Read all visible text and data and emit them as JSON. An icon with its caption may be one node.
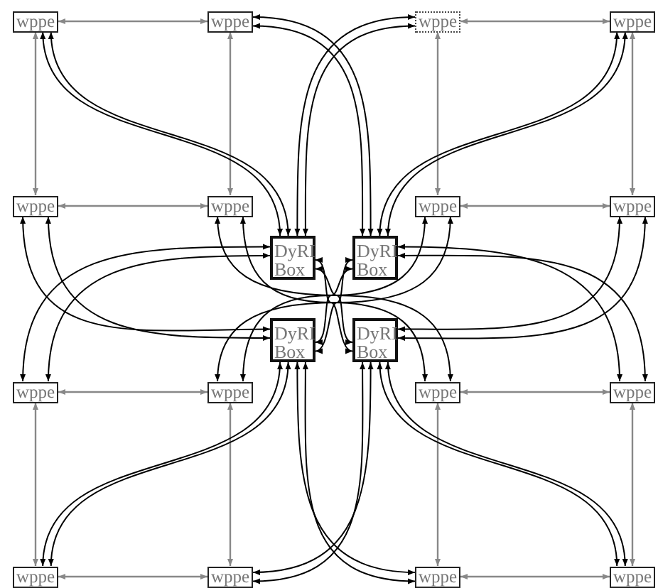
{
  "diagram": {
    "nodes": [
      {
        "text": [
          "wppe"
        ]
      },
      {
        "text": [
          "wppe"
        ]
      },
      {
        "text": [
          "wppe"
        ]
      },
      {
        "text": [
          "wppe"
        ]
      },
      {
        "text": [
          "wppe"
        ]
      },
      {
        "text": [
          "wppe"
        ]
      },
      {
        "text": [
          "wppe"
        ]
      },
      {
        "text": [
          "wppe"
        ]
      },
      {
        "text": [
          "DyRI Box"
        ]
      },
      {
        "text": [
          "DyRI Box"
        ]
      },
      {
        "text": [
          "DyRI Box"
        ]
      },
      {
        "text": [
          "DyRI Box"
        ]
      },
      {
        "text": [
          "wppe"
        ]
      },
      {
        "text": [
          "wppe"
        ]
      },
      {
        "text": [
          "wppe"
        ]
      },
      {
        "text": [
          "wppe"
        ]
      },
      {
        "text": [
          "wppe"
        ]
      },
      {
        "text": [
          "wppe"
        ]
      },
      {
        "text": [
          "wppe"
        ]
      },
      {
        "text": [
          "wppe"
        ]
      }
    ],
    "edges": [
      {
        "from": 0,
        "to": 1,
        "arrow": "both",
        "color": "#888888"
      },
      {
        "from": 2,
        "to": 3,
        "arrow": "both",
        "color": "#888888"
      },
      {
        "from": 4,
        "to": 5,
        "arrow": "both",
        "color": "#888888"
      },
      {
        "from": 6,
        "to": 7,
        "arrow": "both",
        "color": "#888888"
      },
      {
        "from": 12,
        "to": 13,
        "arrow": "both",
        "color": "#888888"
      },
      {
        "from": 14,
        "to": 15,
        "arrow": "both",
        "color": "#888888"
      },
      {
        "from": 16,
        "to": 17,
        "arrow": "both",
        "color": "#888888"
      },
      {
        "from": 18,
        "to": 19,
        "arrow": "both",
        "color": "#888888"
      },
      {
        "from": 0,
        "to": 4,
        "arrow": "both",
        "color": "#888888"
      },
      {
        "from": 1,
        "to": 5,
        "arrow": "both",
        "color": "#888888"
      },
      {
        "from": 2,
        "to": 6,
        "arrow": "both",
        "color": "#888888"
      },
      {
        "from": 3,
        "to": 7,
        "arrow": "both",
        "color": "#888888"
      },
      {
        "from": 12,
        "to": 16,
        "arrow": "both",
        "color": "#888888"
      },
      {
        "from": 13,
        "to": 17,
        "arrow": "both",
        "color": "#888888"
      },
      {
        "from": 14,
        "to": 18,
        "arrow": "both",
        "color": "#888888"
      },
      {
        "from": 15,
        "to": 19,
        "arrow": "both",
        "color": "#888888"
      },
      {
        "from": 8,
        "to": 0,
        "arrow": "both"
      },
      {
        "from": 8,
        "to": 0,
        "arrow": "both"
      },
      {
        "from": 8,
        "to": 2,
        "arrow": "both"
      },
      {
        "from": 8,
        "to": 2,
        "arrow": "both"
      },
      {
        "from": 8,
        "to": 12,
        "arrow": "both"
      },
      {
        "from": 8,
        "to": 12,
        "arrow": "both"
      },
      {
        "from": 8,
        "to": 14,
        "arrow": "both"
      },
      {
        "from": 8,
        "to": 14,
        "arrow": "both"
      },
      {
        "from": 9,
        "to": 3,
        "arrow": "both"
      },
      {
        "from": 9,
        "to": 3,
        "arrow": "both"
      },
      {
        "from": 9,
        "to": 1,
        "arrow": "both"
      },
      {
        "from": 9,
        "to": 1,
        "arrow": "both"
      },
      {
        "from": 9,
        "to": 15,
        "arrow": "both"
      },
      {
        "from": 9,
        "to": 15,
        "arrow": "both"
      },
      {
        "from": 9,
        "to": 13,
        "arrow": "both"
      },
      {
        "from": 9,
        "to": 13,
        "arrow": "both"
      },
      {
        "from": 10,
        "to": 16,
        "arrow": "both"
      },
      {
        "from": 10,
        "to": 16,
        "arrow": "both"
      },
      {
        "from": 10,
        "to": 18,
        "arrow": "both"
      },
      {
        "from": 10,
        "to": 18,
        "arrow": "both"
      },
      {
        "from": 10,
        "to": 4,
        "arrow": "both"
      },
      {
        "from": 10,
        "to": 4,
        "arrow": "both"
      },
      {
        "from": 10,
        "to": 6,
        "arrow": "both"
      },
      {
        "from": 10,
        "to": 6,
        "arrow": "both"
      },
      {
        "from": 11,
        "to": 19,
        "arrow": "both"
      },
      {
        "from": 11,
        "to": 19,
        "arrow": "both"
      },
      {
        "from": 11,
        "to": 17,
        "arrow": "both"
      },
      {
        "from": 11,
        "to": 17,
        "arrow": "both"
      },
      {
        "from": 11,
        "to": 7,
        "arrow": "both"
      },
      {
        "from": 11,
        "to": 7,
        "arrow": "both"
      },
      {
        "from": 11,
        "to": 5,
        "arrow": "both"
      },
      {
        "from": 11,
        "to": 5,
        "arrow": "both"
      }
    ]
  }
}
